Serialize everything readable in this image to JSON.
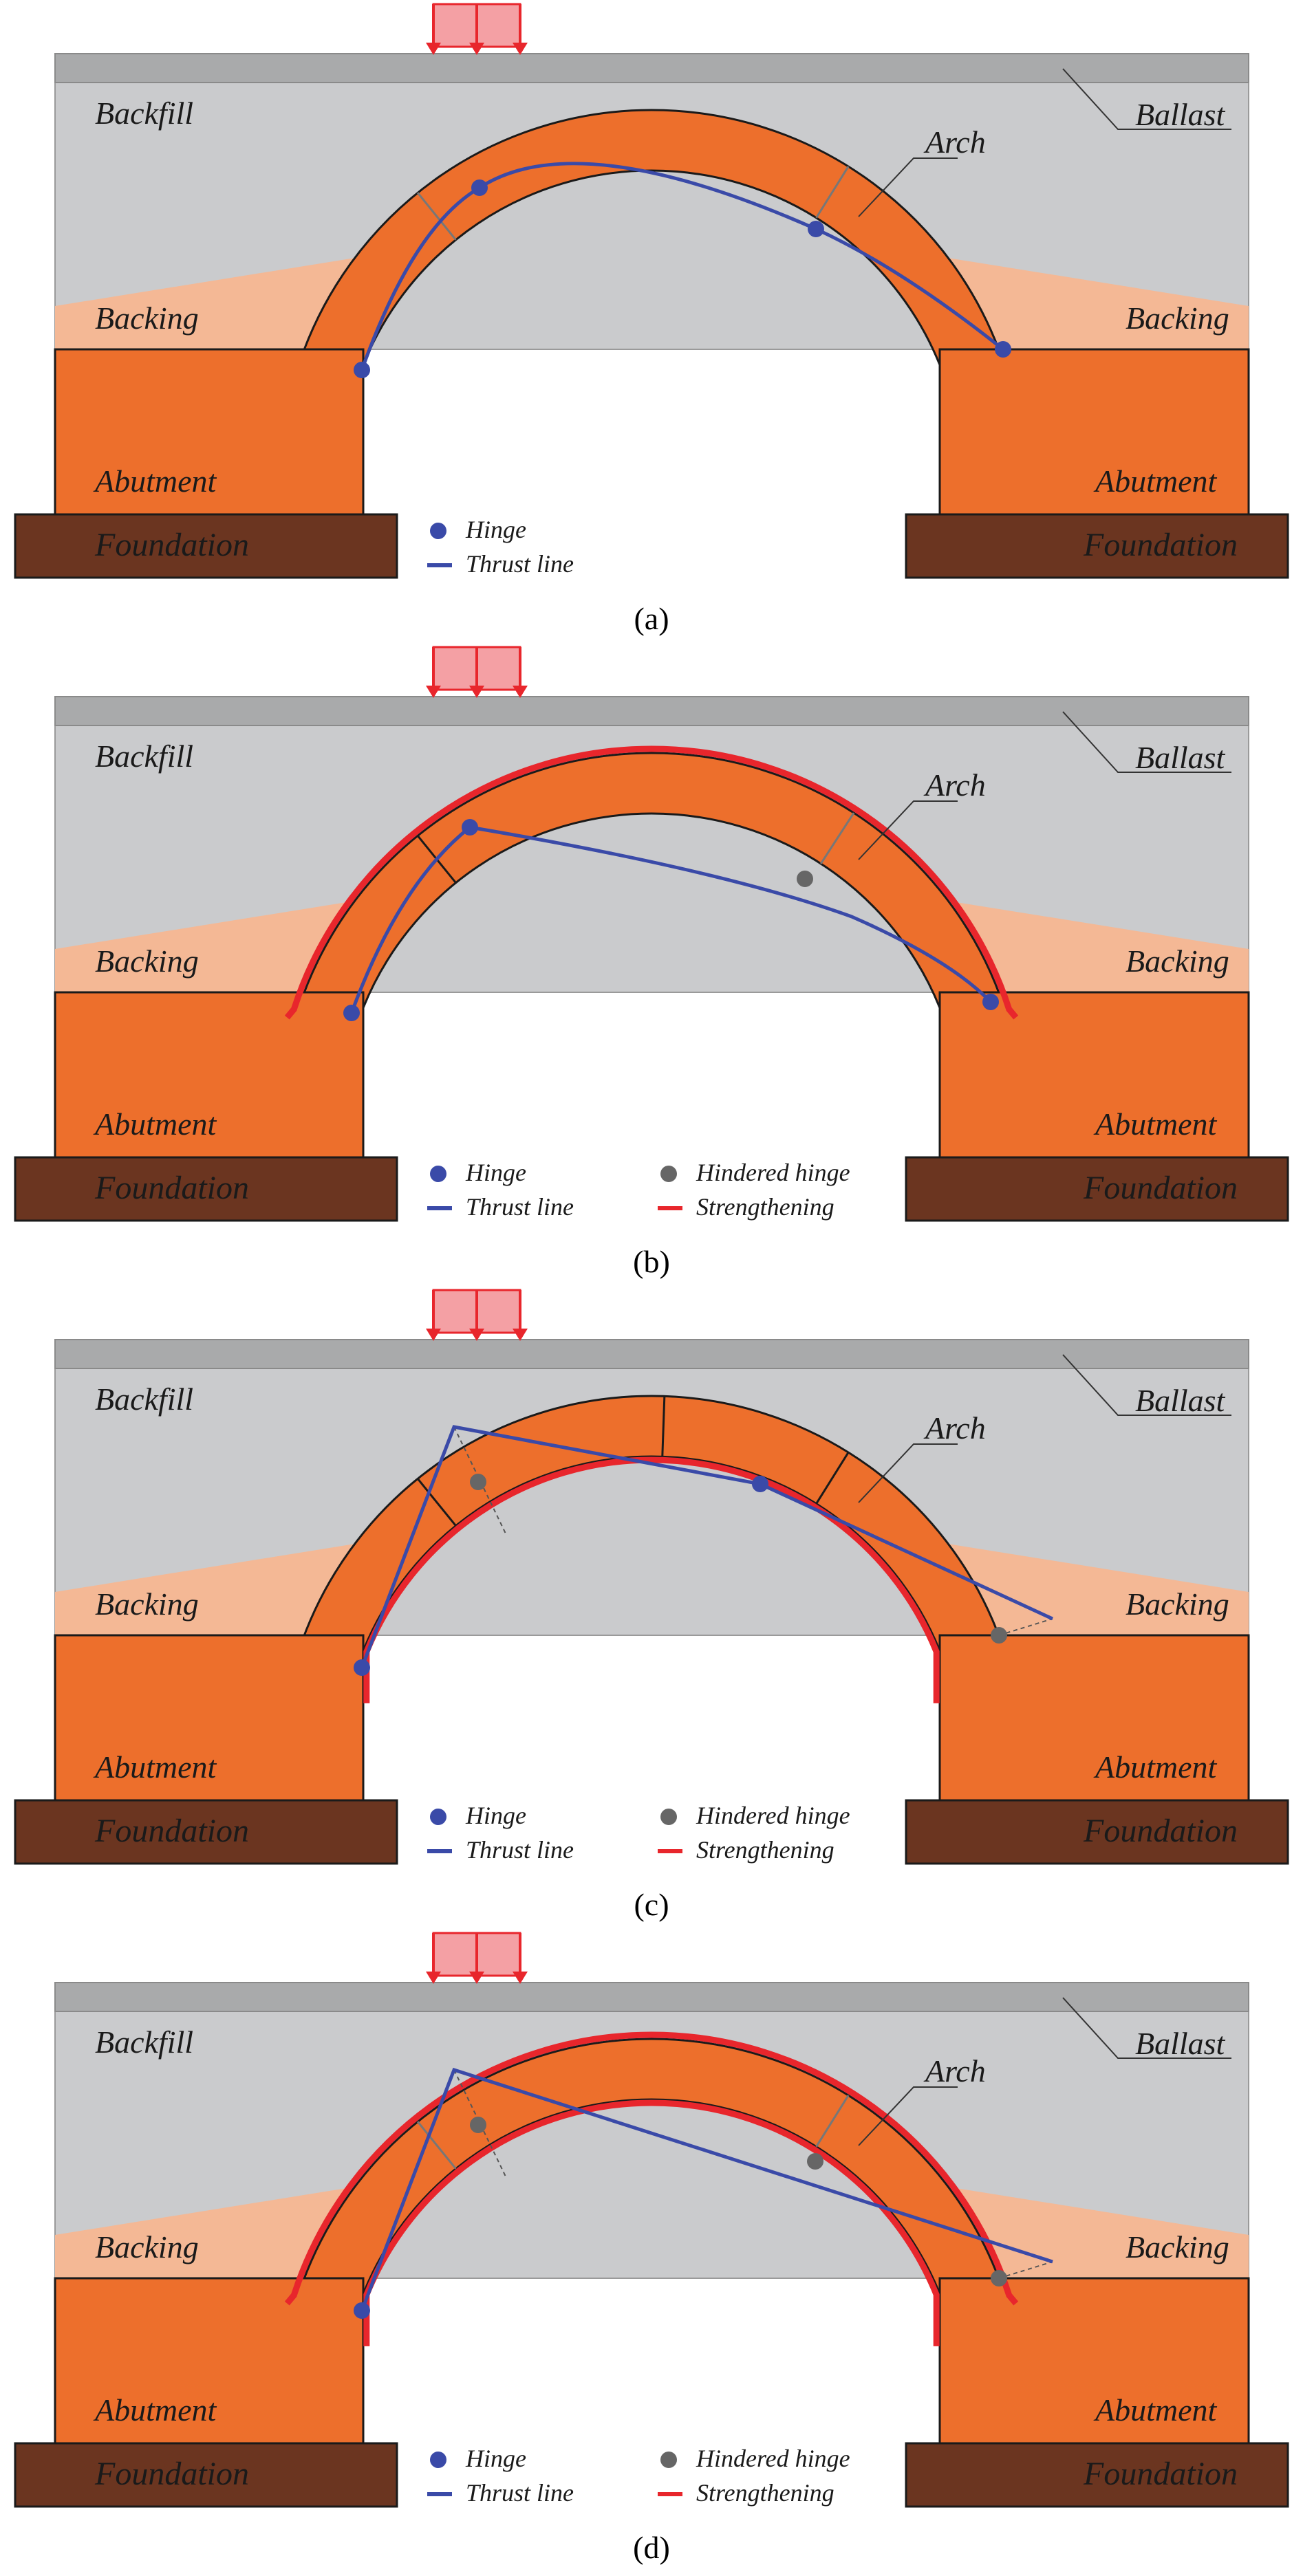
{
  "colors": {
    "ballast": "#a9aaab",
    "backfill": "#cacbcd",
    "backing": "#f4b895",
    "masonry": "#ed6f2c",
    "foundation": "#6b3520",
    "thrust": "#3a4aa8",
    "hinge": "#3a4aa8",
    "hindered": "#666666",
    "strengthening": "#e8262c",
    "load_fill": "#f4a0a4",
    "load_stroke": "#e8262c"
  },
  "labels": {
    "backfill": "Backfill",
    "ballast": "Ballast",
    "arch": "Arch",
    "backing": "Backing",
    "abutment": "Abutment",
    "foundation": "Foundation"
  },
  "legend": {
    "hinge": "Hinge",
    "thrust": "Thrust line",
    "hindered": "Hindered hinge",
    "strengthening": "Strengthening"
  },
  "panels": [
    {
      "caption": "(a)",
      "strengthening": "none",
      "show_extended_legend": false,
      "thrust_variant": "a"
    },
    {
      "caption": "(b)",
      "strengthening": "extrados",
      "show_extended_legend": true,
      "thrust_variant": "b"
    },
    {
      "caption": "(c)",
      "strengthening": "intrados",
      "show_extended_legend": true,
      "thrust_variant": "c"
    },
    {
      "caption": "(d)",
      "strengthening": "both",
      "show_extended_legend": true,
      "thrust_variant": "d"
    }
  ]
}
